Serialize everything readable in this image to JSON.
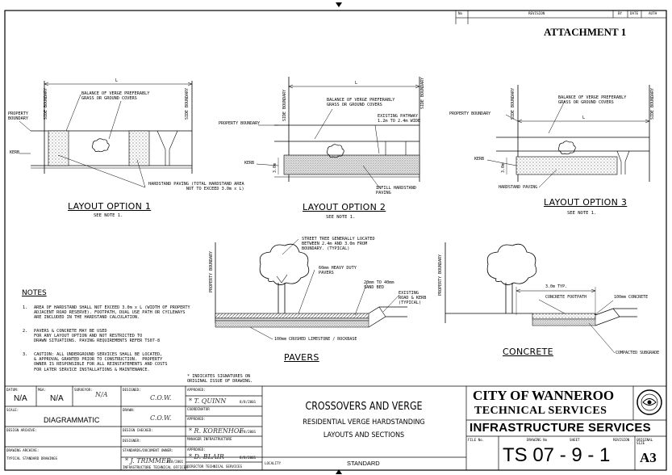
{
  "attachment": "ATTACHMENT 1",
  "revision_header": {
    "no": "No",
    "revision": "REVISION",
    "by": "BY",
    "date": "DATE",
    "auth": "AUTH"
  },
  "option1": {
    "title": "LAYOUT OPTION 1",
    "see_note": "SEE NOTE 1.",
    "balance": "BALANCE OF VERGE PREFERABLY\nGRASS OR GROUND COVERS",
    "hardstand": "HARDSTAND PAVING (TOTAL HARDSTAND AREA\nNOT TO EXCEED 3.0m x L)",
    "property_boundary": "PROPERTY\nBOUNDARY",
    "kerb": "KERB",
    "side_boundary_left": "SIDE BOUNDARY",
    "side_boundary_right": "SIDE BOUNDARY",
    "L": "L"
  },
  "option2": {
    "title": "LAYOUT OPTION 2",
    "see_note": "SEE NOTE 1.",
    "balance": "BALANCE OF VERGE PREFERABLY\nGRASS OR GROUND COVERS",
    "pathway": "EXISTING PATHWAY\n1.2m TO 2.4m WIDE",
    "infill": "INFILL HARDSTAND\nPAVING",
    "property_boundary": "PROPERTY BOUNDARY",
    "kerb": "KERB",
    "dim": "3.0m",
    "side_boundary_left": "SIDE BOUNDARY",
    "side_boundary_right": "SIDE BOUNDARY",
    "L": "L"
  },
  "option3": {
    "title": "LAYOUT OPTION 3",
    "see_note": "SEE NOTE 1.",
    "balance": "BALANCE OF VERGE PREFERABLY\nGRASS OR GROUND COVERS",
    "hardstand": "HARDSTAND PAVING",
    "property_boundary": "PROPERTY BOUNDARY",
    "kerb": "KERB",
    "dim": "3.0m",
    "side_boundary_left": "SIDE BOUNDARY",
    "side_boundary_right": "SIDE BOUNDARY",
    "L": "L"
  },
  "pavers": {
    "title": "PAVERS",
    "tree": "STREET TREE GENERALLY LOCATED\nBETWEEN 2.4m AND 3.0m FROM\nBOUNDARY. (TYPICAL)",
    "heavy": "60mm HEAVY DUTY\nPAVERS",
    "sand": "20mm TO 40mm\nSAND BED",
    "road": "EXISTING\nROAD & KERB\n(TYPICAL)",
    "limestone": "100mm CRUSHED LIMESTONE / ROCKBASE",
    "property_boundary": "PROPERTY BOUNDARY"
  },
  "concrete": {
    "title": "CONCRETE",
    "typ": "3.0m TYP.",
    "footpath": "CONCRETE FOOTPATH",
    "thick": "100mm CONCRETE",
    "subgrade": "COMPACTED SUBGRADE",
    "property_boundary": "PROPERTY BOUNDARY"
  },
  "notes": {
    "heading": "NOTES",
    "items": [
      {
        "num": "1.",
        "text": "AREA OF HARDSTAND SHALL NOT EXCEED 3.0m x L (WIDTH OF PROPERTY\nADJACENT ROAD RESERVE). FOOTPATH, DUAL USE PATH OR CYCLEWAYS\nARE INCLUDED IN THE HARDSTAND CALCULATION."
      },
      {
        "num": "2.",
        "text": "PAVERS & CONCRETE MAY BE USED\nFOR ANY LAYOUT OPTION AND NOT RESTRICTED TO\nDRAWN SITUATIONS. PAVING REQUIREMENTS REFER TS07-8"
      },
      {
        "num": "3.",
        "text": "CAUTION: ALL UNDERGROUND SERVICES SHALL BE LOCATED,\n& APPROVAL GRANTED PRIOR TO CONSTRUCTION.  PROPERTY\nOWNER IS RESPONSIBLE FOR ALL REINSTATEMENTS AND COSTS\nFOR LATER SERVICE INSTALLATIONS & MAINTENANCE."
      }
    ],
    "signature_note": "* INDICATES SIGNATURES ON\nORIGINAL ISSUE OF DRAWING."
  },
  "title_block": {
    "datum_label": "DATUM:",
    "datum": "N/A",
    "mga_label": "MGA:",
    "mga": "N/A",
    "surveyor_label": "SURVEYOR:",
    "surveyor": "N/A",
    "scale_label": "SCALE:",
    "scale": "DIAGRAMMATIC",
    "design_archive": "DESIGN ARCHIVE:",
    "drawing_archive": "DRAWING ARCHIVE:",
    "drawing_file": "TYPICAL STANDARD DRAWINGS",
    "designed_label": "DESIGNED:",
    "designed": "C.O.W.",
    "drawn_label": "DRAWN:",
    "drawn": "C.O.W.",
    "design_checked": "DESIGN CHECKED:",
    "designer": "DESIGNER:",
    "standards_owner": "STANDARDS/DOCUMENT OWNER:",
    "standards_sig": "* J. TRIMMER",
    "standards_date": "8/8/2001",
    "standards_role": "INFRASTRUCTURE TECHNICAL OFFICER",
    "approved1_label": "APPROVED:",
    "approved1": "* T. QUINN",
    "approved1_date": "8/8/2001",
    "approved1_role": "COORDINATOR",
    "approved2_label": "APPROVED:",
    "approved2": "* R. KORENHOF",
    "approved2_date": "8/8/2001",
    "approved2_role": "MANAGER INFRASTRUCTURE",
    "approved3_label": "APPROVED:",
    "approved3": "* D. BLAIR",
    "approved3_date": "8/8/2001",
    "approved3_role": "DIRECTOR TECHNICAL SERVICES",
    "title1": "CROSSOVERS AND VERGE",
    "title2": "RESIDENTIAL VERGE HARDSTANDING",
    "title3": "LAYOUTS AND SECTIONS",
    "locality_label": "LOCALITY",
    "locality": "STANDARD",
    "org1": "CITY OF WANNEROO",
    "org2": "TECHNICAL SERVICES",
    "org3": "INFRASTRUCTURE SERVICES",
    "file_no_label": "FILE No.",
    "drawing_no_label": "DRAWING No",
    "sheet_label": "SHEET",
    "revision_label": "REVISION",
    "original_size_label": "ORIGINAL\nSIZE",
    "drawing_no": "TS 07 - 9 - 1",
    "size": "A3"
  }
}
